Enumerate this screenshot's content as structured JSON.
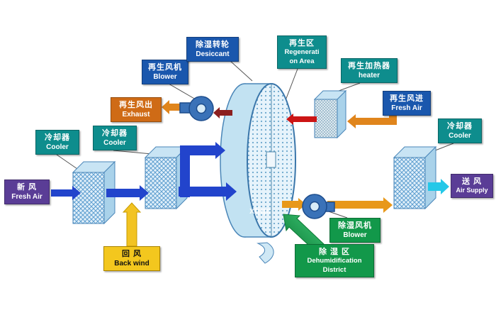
{
  "diagram": {
    "watermark": "xtjqc",
    "palette": {
      "label_blue": "#1a57ad",
      "label_teal": "#0e8d8d",
      "label_purple": "#5a3d96",
      "label_orange": "#cf6b16",
      "label_yellow": "#f3c71e",
      "label_green": "#12984a",
      "arrow_blue": "#2244cc",
      "arrow_yellow": "#f2c322",
      "arrow_orange": "#e0851c",
      "arrow_red": "#cc1515",
      "arrow_dark_red": "#8b1f1f",
      "arrow_cyan": "#25c8e8",
      "arrow_green": "#1fa34d",
      "shape_stroke": "#4a86b8",
      "shape_fill": "#cfe8f5"
    }
  },
  "labels": {
    "fresh_air": {
      "zh": "新 风",
      "en": "Fresh Air"
    },
    "cooler_a": {
      "zh": "冷却器",
      "en": "Cooler"
    },
    "cooler_b": {
      "zh": "冷却器",
      "en": "Cooler"
    },
    "back_wind": {
      "zh": "回 风",
      "en": "Back wind"
    },
    "regen_blower": {
      "zh": "再生风机",
      "en": "Blower"
    },
    "exhaust": {
      "zh": "再生风出",
      "en": "Exhaust"
    },
    "desiccant_wheel": {
      "zh": "除湿转轮",
      "en": "Desiccant"
    },
    "regen_area": {
      "zh": "再生区",
      "en1": "Regenerati",
      "en2": "on Area"
    },
    "regen_heater": {
      "zh": "再生加热器",
      "en": "heater"
    },
    "regen_fresh_air": {
      "zh": "再生风进",
      "en": "Fresh Air"
    },
    "cooler_c": {
      "zh": "冷却器",
      "en": "Cooler"
    },
    "air_supply": {
      "zh": "送 风",
      "en": "Air Supply"
    },
    "dehumid_blower": {
      "zh": "除湿风机",
      "en": "Blower"
    },
    "dehumid_district": {
      "zh": "除 湿 区",
      "en1": "Dehumidification",
      "en2": "District"
    }
  }
}
